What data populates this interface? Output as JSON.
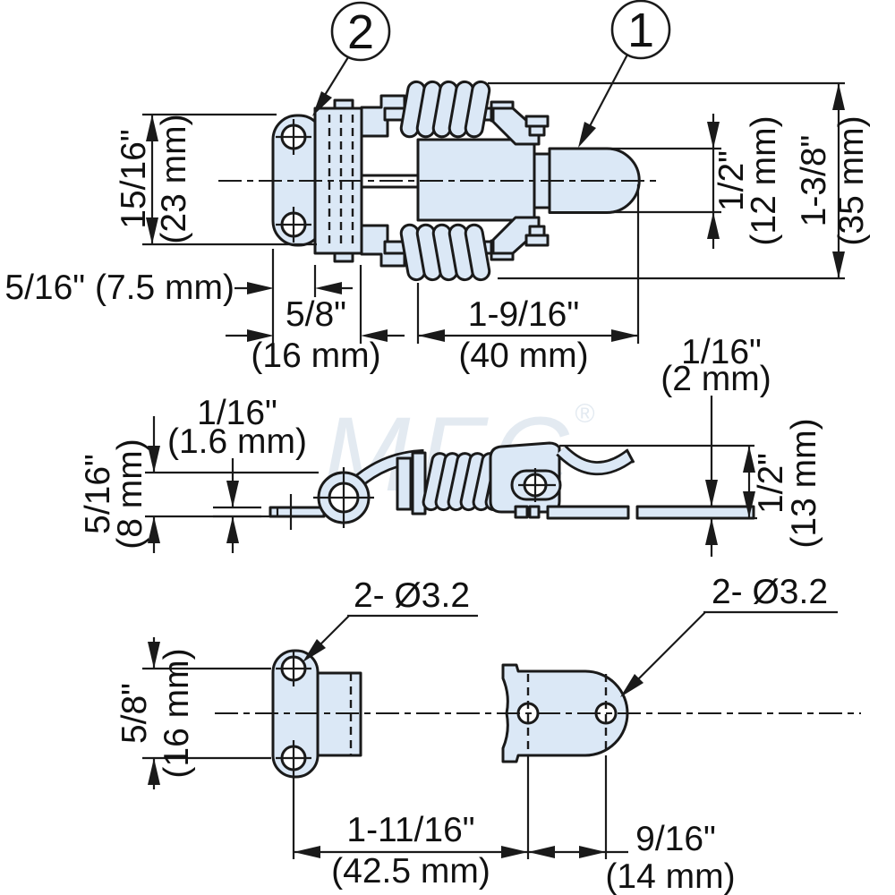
{
  "drawing": {
    "title": "spring-loaded draw latch technical drawing",
    "colors": {
      "part_fill": "#dbe8f6",
      "line": "#1a1a1a",
      "background": "#ffffff"
    },
    "watermark": "MFC",
    "watermark_mark": "®",
    "balloons": {
      "item_1": "1",
      "item_2": "2"
    }
  },
  "top_view": {
    "plate_height_in": "15/16\"",
    "plate_height_mm": "(23 mm)",
    "hole_offset": "5/16\" (7.5 mm)",
    "hinge_width_in": "5/8\"",
    "hinge_width_mm": "(16 mm)",
    "spring_length_in": "1-9/16\"",
    "spring_length_mm": "(40 mm)",
    "latch_width_in": "1/2\"",
    "latch_width_mm": "(12 mm)",
    "overall_height_in": "1-3/8\"",
    "overall_height_mm": "(35 mm)"
  },
  "side_view": {
    "bar_thickness_in": "1/16\"",
    "bar_thickness_mm": "(1.6 mm)",
    "bar_height_in": "5/16\"",
    "bar_height_mm": "(8 mm)",
    "keeper_thickness_in": "1/16\"",
    "keeper_thickness_mm": "(2 mm)",
    "lever_height_in": "1/2\"",
    "lever_height_mm": "(13 mm)"
  },
  "bottom_view": {
    "holes_callout_left": "2- Ø3.2",
    "holes_callout_right": "2- Ø3.2",
    "plate_hole_spacing_in": "5/8\"",
    "plate_hole_spacing_mm": "(16 mm)",
    "mounting_distance_in": "1-11/16\"",
    "mounting_distance_mm": "(42.5 mm)",
    "keeper_hole_spacing_in": "9/16\"",
    "keeper_hole_spacing_mm": "(14 mm)"
  }
}
